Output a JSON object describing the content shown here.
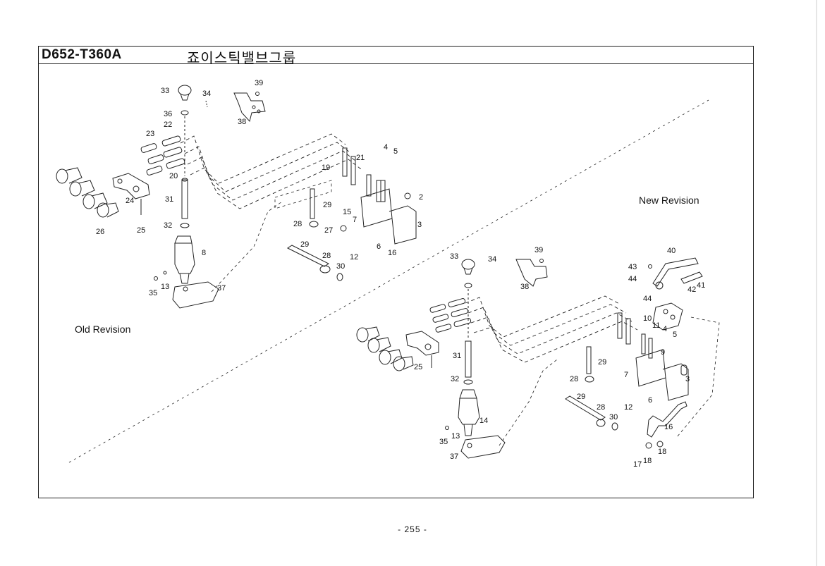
{
  "header": {
    "code": "D652-T360A",
    "title_korean": "죠이스틱밸브그룹"
  },
  "sections": {
    "old_revision": "Old Revision",
    "new_revision": "New Revision"
  },
  "callouts": {
    "old": [
      "33",
      "34",
      "39",
      "36",
      "22",
      "23",
      "38",
      "21",
      "4",
      "5",
      "19",
      "20",
      "2",
      "31",
      "24",
      "29",
      "15",
      "3",
      "26",
      "25",
      "7",
      "32",
      "28",
      "27",
      "8",
      "6",
      "16",
      "29",
      "28",
      "12",
      "30",
      "13",
      "35",
      "37"
    ],
    "new": [
      "33",
      "34",
      "39",
      "40",
      "43",
      "44",
      "38",
      "42",
      "41",
      "44",
      "10",
      "11",
      "4",
      "5",
      "9",
      "31",
      "29",
      "25",
      "32",
      "28",
      "7",
      "3",
      "6",
      "29",
      "28",
      "12",
      "14",
      "30",
      "16",
      "13",
      "35",
      "18",
      "37",
      "17",
      "18"
    ]
  },
  "footer": {
    "page_number": "- 255 -"
  }
}
